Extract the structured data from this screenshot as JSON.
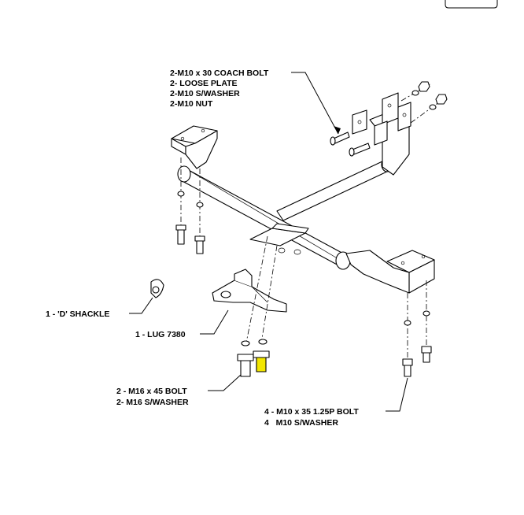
{
  "callouts": {
    "coach_bolt": [
      "2-M10 x 30 COACH BOLT",
      "2- LOOSE PLATE",
      "2-M10 S/WASHER",
      "2-M10 NUT"
    ],
    "shackle": "1 - 'D' SHACKLE",
    "lug": "1 - LUG 7380",
    "m16_bolt": [
      "2 - M16 x 45 BOLT",
      "2- M16 S/WASHER"
    ],
    "m10_bolt": [
      "4 - M10 x 35 1.25P BOLT",
      "4   M10 S/WASHER"
    ]
  },
  "colors": {
    "ink": "#000000",
    "paper": "#ffffff",
    "highlight_bolt": "#f2e600"
  }
}
